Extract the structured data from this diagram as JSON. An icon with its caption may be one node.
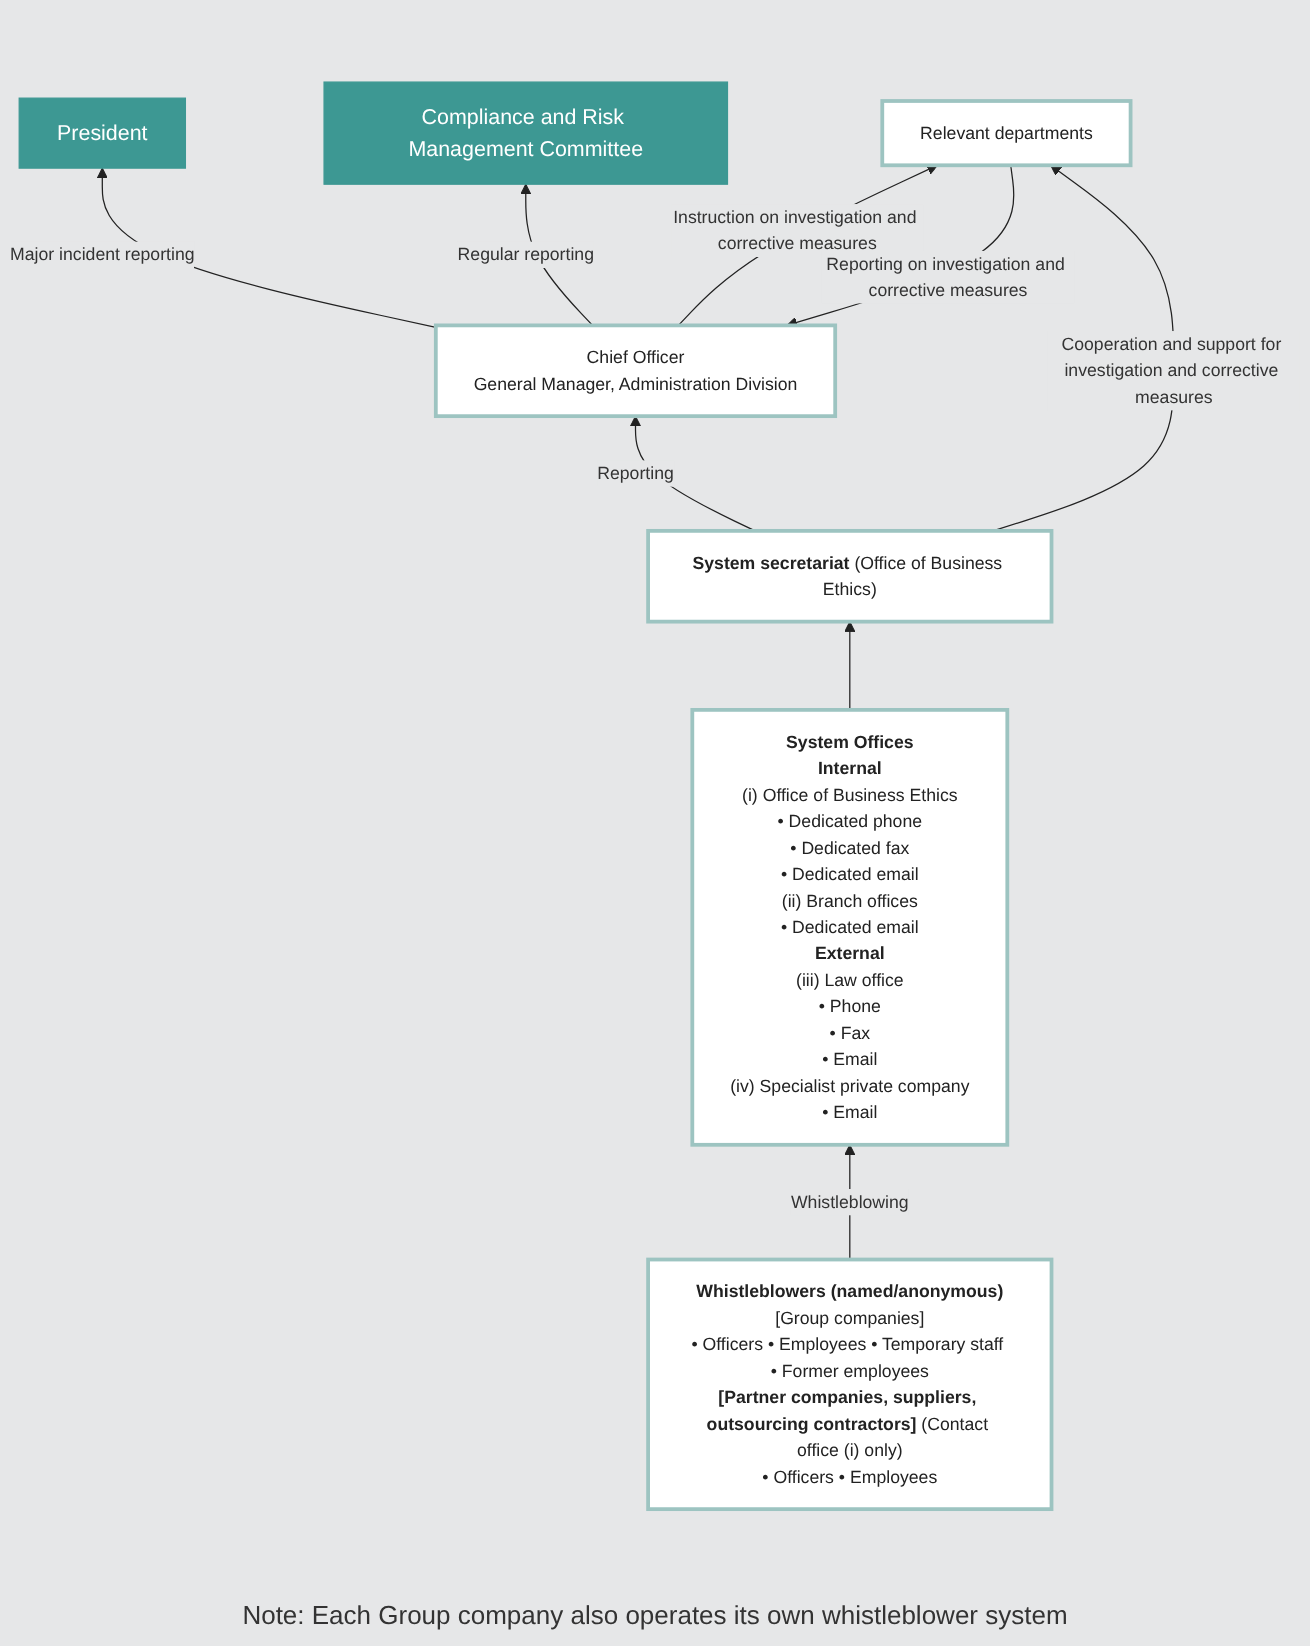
{
  "diagram": {
    "nodes": [
      {
        "text": [
          "President"
        ]
      },
      {
        "text": [
          "Compliance and Risk Management Committee"
        ]
      },
      {
        "text": [
          "Chief Officer",
          "General Manager, Administration Division"
        ]
      },
      {
        "text": [
          "Relevant departments"
        ]
      },
      {
        "text": [
          "**System secretariat** (Office of Business Ethics)"
        ]
      },
      {
        "text": [
          "**System Offices**",
          "**Internal**",
          "(i) Office of Business Ethics",
          "• Dedicated phone",
          "• Dedicated fax",
          "• Dedicated email",
          "(ii) Branch offices",
          "• Dedicated email",
          "**External**",
          "(iii) Law office",
          "• Phone",
          "• Fax",
          "• Email",
          "(iv) Specialist private company",
          "• Email"
        ]
      },
      {
        "text": [
          "**Whistleblowers (named/anonymous)**",
          "[Group companies]",
          "• Officers • Employees • Temporary staff • Former employees",
          "**[Partner companies, suppliers, outsourcing contractors]** (Contact office (i) only)",
          "• Officers • Employees"
        ]
      }
    ],
    "edges": [
      {
        "from": 2,
        "to": 0,
        "arrow": "to",
        "label": "Major incident reporting"
      },
      {
        "from": 2,
        "to": 1,
        "arrow": "to",
        "label": "Regular reporting"
      },
      {
        "from": 2,
        "to": 3,
        "arrow": "to",
        "label": "Instruction on investigation and corrective measures"
      },
      {
        "from": 3,
        "to": 2,
        "arrow": "to",
        "label": "Reporting on investigation and corrective measures"
      },
      {
        "from": 4,
        "to": 2,
        "arrow": "to",
        "label": "Reporting"
      },
      {
        "from": 4,
        "to": 3,
        "arrow": "to",
        "label": "Cooperation and support for investigation and corrective measures"
      },
      {
        "from": 5,
        "to": 4,
        "arrow": "to"
      },
      {
        "from": 6,
        "to": 5,
        "arrow": "to",
        "label": "Whistleblowing"
      }
    ],
    "labels": [
      "Note: Each Group company also operates its own whistleblower system"
    ]
  }
}
